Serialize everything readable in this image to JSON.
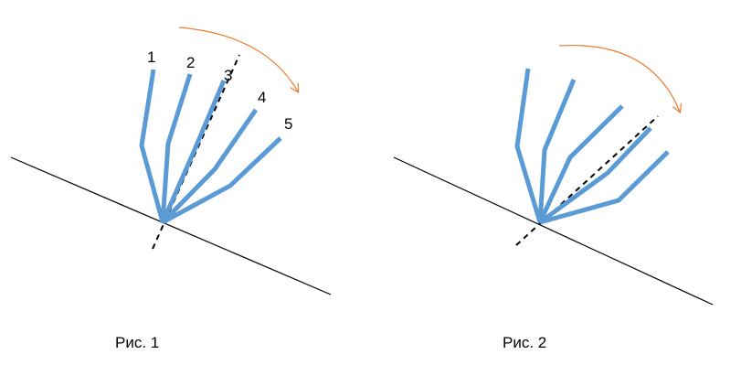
{
  "fig1": {
    "caption": "Рис. 1",
    "labels": [
      "1",
      "2",
      "3",
      "4",
      "5"
    ]
  },
  "fig2": {
    "caption": "Рис. 2"
  },
  "colors": {
    "stalk": "#5b9bd5",
    "arrow": "#ed7d31",
    "line": "#000000"
  }
}
